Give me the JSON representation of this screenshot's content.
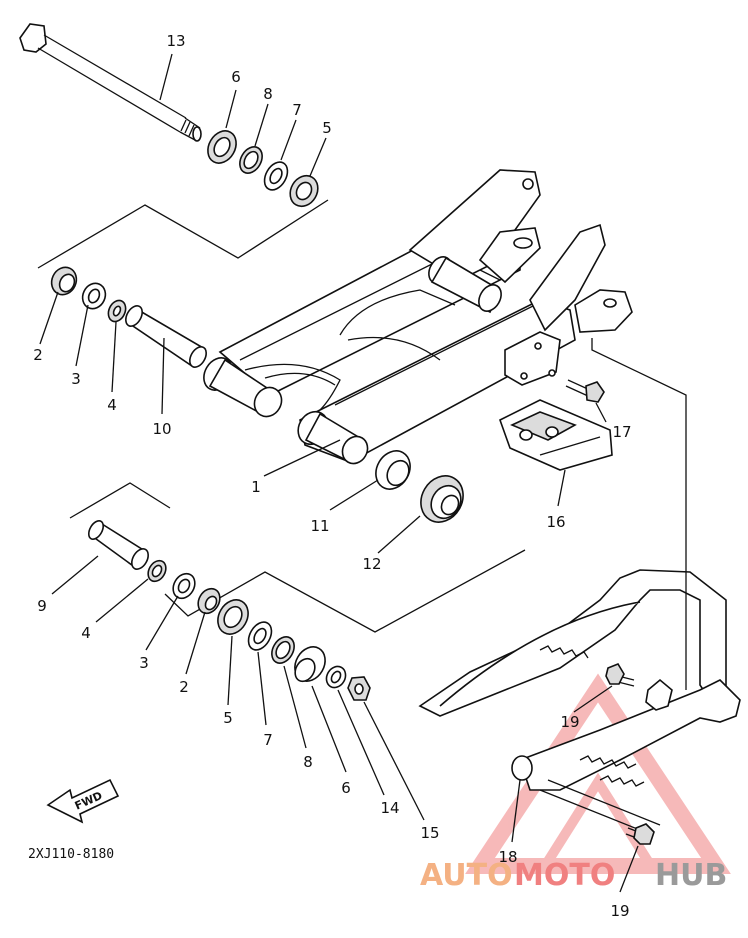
{
  "diagram": {
    "callouts": [
      "13",
      "6",
      "8",
      "7",
      "5",
      "2",
      "3",
      "4",
      "10",
      "1",
      "17",
      "16",
      "11",
      "12",
      "9",
      "4",
      "3",
      "2",
      "5",
      "7",
      "8",
      "6",
      "14",
      "15",
      "19",
      "18",
      "19"
    ],
    "direction_label": "FWD",
    "drawing_code": "2XJ110-8180"
  },
  "watermark": {
    "part1": "AUTO",
    "part2": "MOTO",
    "part3": "HUB",
    "colors": {
      "auto": "#f4b183",
      "moto": "#f08080",
      "hub": "#9a9a9a",
      "triangle": "#f08080"
    }
  }
}
